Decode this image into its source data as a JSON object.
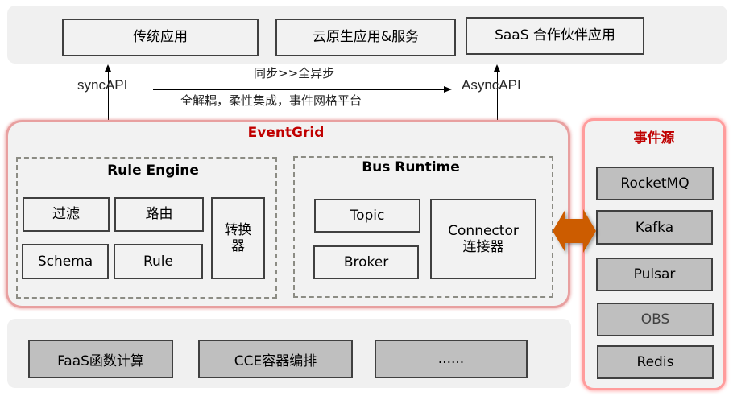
{
  "top_layer": {
    "apps": [
      {
        "label": "传统应用"
      },
      {
        "label": "云原生应用&服务"
      },
      {
        "label": "SaaS 合作伙伴应用"
      }
    ]
  },
  "flow": {
    "left_api": "syncAPI",
    "right_api": "AsyncAPI",
    "arrow_top_label": "同步>>全异步",
    "arrow_bottom_label": "全解耦，柔性集成，事件网格平台"
  },
  "eventgrid": {
    "title": "EventGrid",
    "title_color": "#c00000",
    "rule_engine": {
      "title": "Rule Engine",
      "items": [
        {
          "label": "过滤"
        },
        {
          "label": "路由"
        },
        {
          "label": "Schema"
        },
        {
          "label": "Rule"
        }
      ],
      "transformer": {
        "label": "转换器"
      }
    },
    "bus_runtime": {
      "title": "Bus Runtime",
      "items": [
        {
          "label": "Topic"
        },
        {
          "label": "Broker"
        }
      ],
      "connector": {
        "line1": "Connector",
        "line2": "连接器"
      }
    }
  },
  "connector_arrow": {
    "icon": "double-arrow-icon",
    "color": "#cc5c00"
  },
  "event_sources": {
    "title": "事件源",
    "items": [
      {
        "label": "RocketMQ"
      },
      {
        "label": "Kafka"
      },
      {
        "label": "Pulsar"
      },
      {
        "label": "OBS"
      },
      {
        "label": "Redis"
      }
    ]
  },
  "infra_layer": {
    "items": [
      {
        "label": "FaaS函数计算"
      },
      {
        "label": "CCE容器编排"
      },
      {
        "label": "......"
      }
    ]
  }
}
